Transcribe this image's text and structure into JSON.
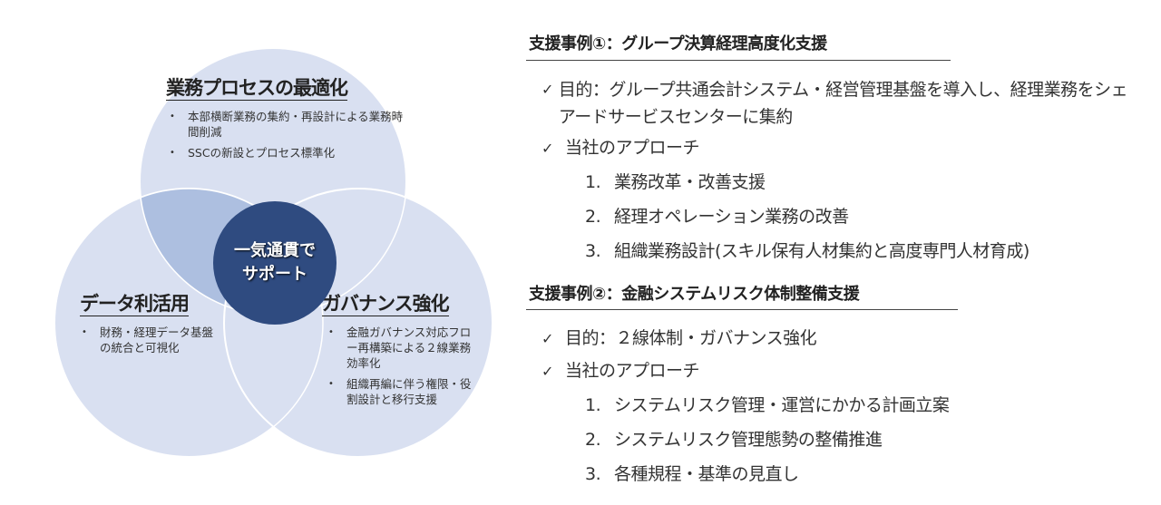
{
  "venn": {
    "colors": {
      "circle": "#d9e0f1",
      "overlap": "#adbfe0",
      "center": "#2f4b80"
    },
    "center_label": [
      "一気通貫で",
      "サポート"
    ],
    "circles": [
      {
        "title": "業務プロセスの最適化",
        "bullets": [
          "本部横断業務の集約・再設計による業務時間削減",
          "SSCの新設とプロセス標準化"
        ]
      },
      {
        "title": "データ利活用",
        "bullets": [
          "財務・経理データ基盤の統合と可視化"
        ]
      },
      {
        "title": "ガバナンス強化",
        "bullets": [
          "金融ガバナンス対応フロー再構築による２線業務効率化",
          "組織再編に伴う権限・役割設計と移行支援"
        ]
      }
    ]
  },
  "cases": [
    {
      "heading": "支援事例①：グループ決算経理高度化支援",
      "purpose": "目的：グループ共通会計システム・経営管理基盤を導入し、経理業務をシェアードサービスセンターに集約",
      "approach_label": "当社のアプローチ",
      "steps": [
        {
          "n": "1.",
          "t": "業務改革・改善支援"
        },
        {
          "n": "2.",
          "t": "経理オペレーション業務の改善"
        },
        {
          "n": "3.",
          "t": "組織業務設計(スキル保有人材集約と高度専門人材育成)"
        }
      ]
    },
    {
      "heading": "支援事例②：金融システムリスク体制整備支援",
      "purpose": "目的：２線体制・ガバナンス強化",
      "approach_label": "当社のアプローチ",
      "steps": [
        {
          "n": "1.",
          "t": "システムリスク管理・運営にかかる計画立案"
        },
        {
          "n": "2.",
          "t": "システムリスク管理態勢の整備推進"
        },
        {
          "n": "3.",
          "t": "各種規程・基準の見直し"
        }
      ]
    }
  ],
  "icons": {
    "check": "✓"
  }
}
